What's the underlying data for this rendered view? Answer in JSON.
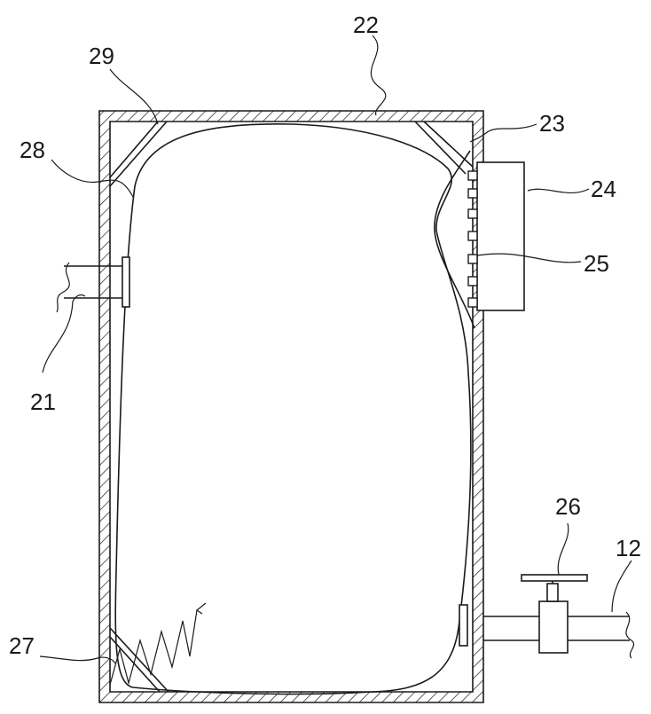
{
  "figure": {
    "labels": {
      "l22": "22",
      "l29": "29",
      "l23": "23",
      "l28": "28",
      "l24": "24",
      "l25": "25",
      "l21": "21",
      "l26": "26",
      "l12": "12",
      "l27": "27"
    }
  }
}
